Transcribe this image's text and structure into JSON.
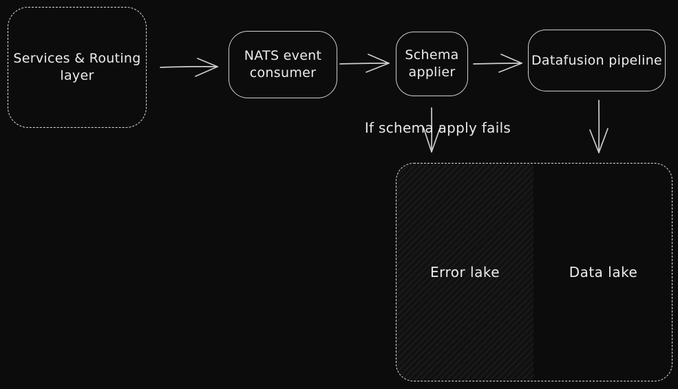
{
  "canvas": {
    "background": "#0c0c0c",
    "stroke_color": "#cfcfcf",
    "dashed_stroke_color": "#e2e2e2",
    "text_color": "#ececec",
    "hatch_line_color": "rgba(255,255,255,0.055)"
  },
  "nodes": {
    "services": {
      "label": "Services & Routing\nlayer"
    },
    "nats": {
      "label": "NATS event\nconsumer"
    },
    "schema": {
      "label": "Schema\napplier"
    },
    "datafusion": {
      "label": "Datafusion pipeline"
    },
    "error_lake": {
      "label": "Error lake"
    },
    "data_lake": {
      "label": "Data lake"
    }
  },
  "annotations": {
    "fail_label": "If schema apply fails"
  },
  "edges": [
    {
      "from": "services",
      "to": "nats",
      "style": "arrow-right"
    },
    {
      "from": "nats",
      "to": "schema",
      "style": "arrow-right"
    },
    {
      "from": "schema",
      "to": "datafusion",
      "style": "arrow-right"
    },
    {
      "from": "schema",
      "to": "error_lake",
      "style": "arrow-down",
      "label": "If schema apply fails"
    },
    {
      "from": "datafusion",
      "to": "data_lake",
      "style": "arrow-down"
    }
  ]
}
